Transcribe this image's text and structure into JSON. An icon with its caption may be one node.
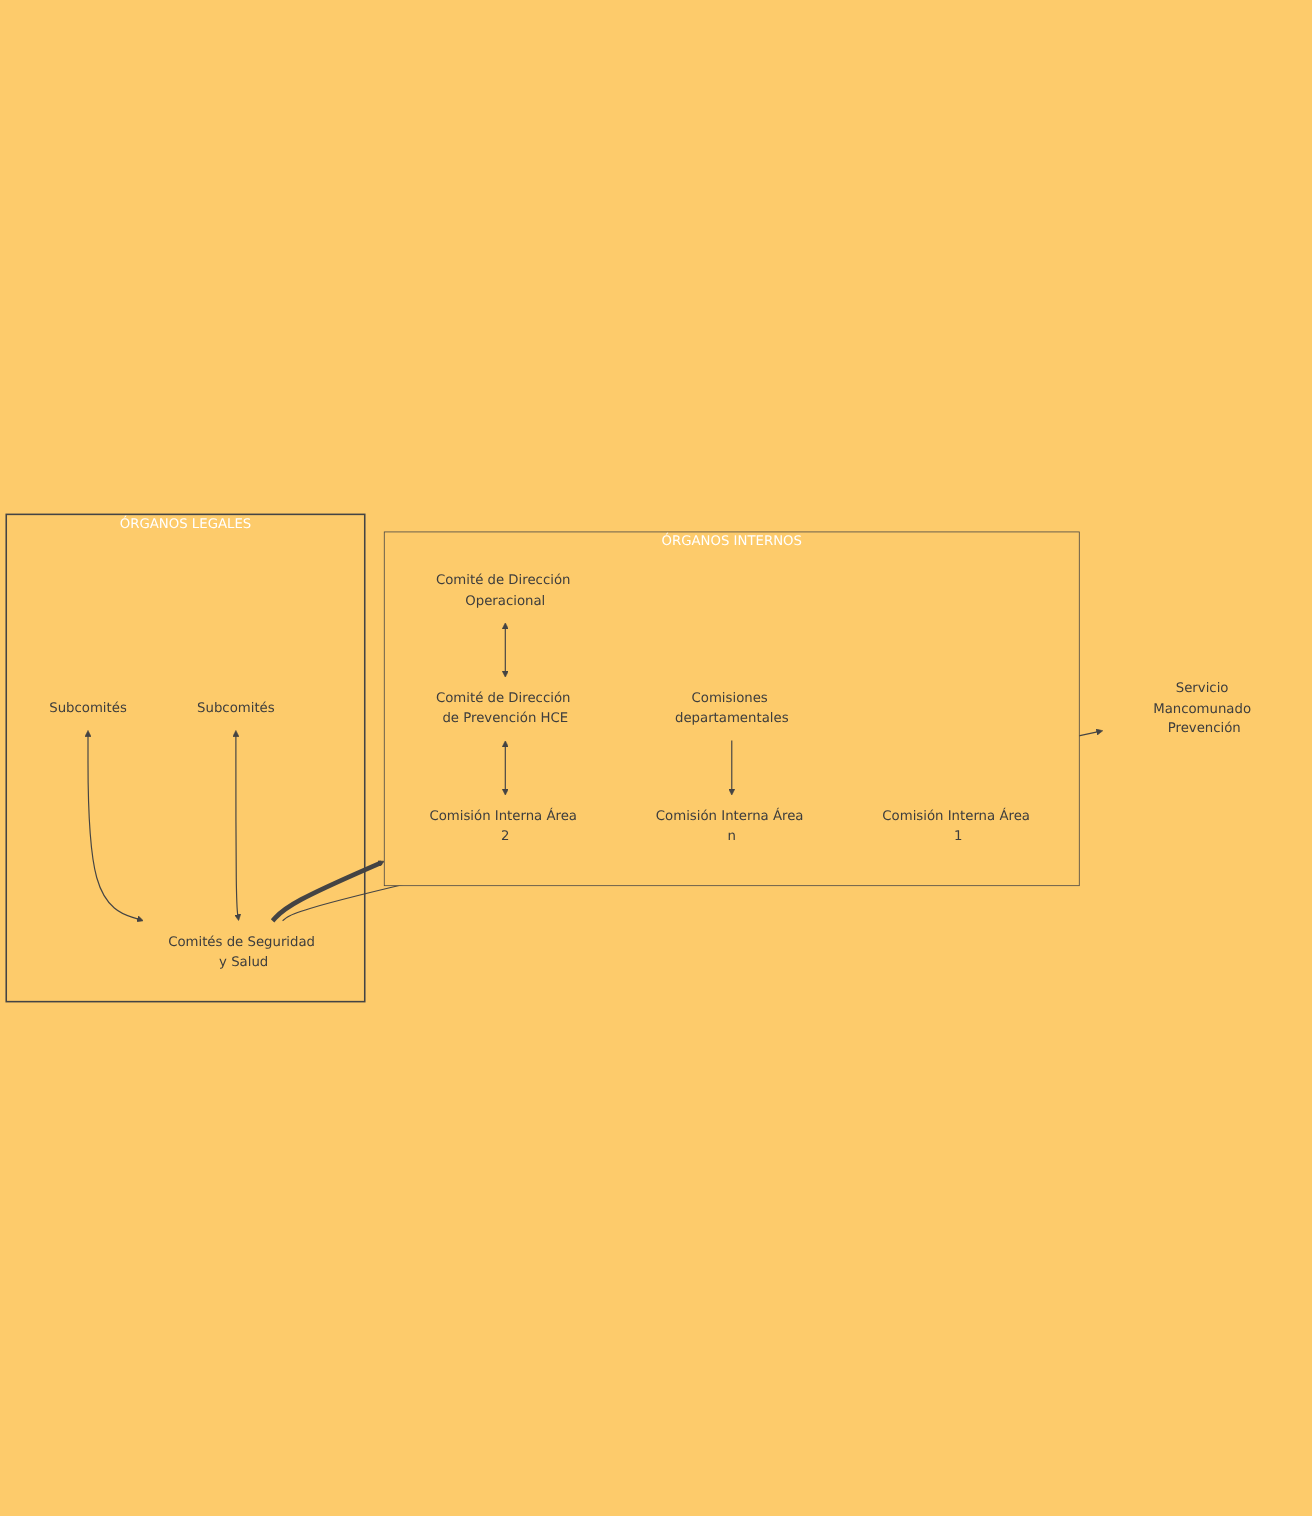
{
  "diagram": {
    "nodes": [
      {
        "text": [
          "ÓRGANOS INTERNOS"
        ]
      },
      {
        "text": [
          "Comité de Dirección Operacional"
        ],
        "in": 0
      },
      {
        "text": [
          "Comité de Dirección de Prevención HCE"
        ],
        "in": 0
      },
      {
        "text": [
          "Comisión Interna Área 1"
        ],
        "in": 0
      },
      {
        "text": [
          "Comisión Interna Área 2"
        ],
        "in": 0
      },
      {
        "text": [
          "Comisión Interna Área n"
        ],
        "in": 0
      },
      {
        "text": [
          "Comisiones departamentales"
        ],
        "in": 0
      },
      {
        "text": [
          "Servicio Mancomunado Prevención"
        ]
      },
      {
        "text": [
          "ÓRGANOS LEGALES"
        ]
      },
      {
        "text": [
          "Comités de Seguridad y Salud"
        ],
        "in": 8
      },
      {
        "text": [
          "Subcomités"
        ],
        "in": 8
      },
      {
        "text": [
          "Subcomités"
        ],
        "in": 8
      }
    ],
    "edges": [
      {
        "from": 1,
        "to": 2,
        "arrow": "both"
      },
      {
        "from": 2,
        "to": 4,
        "arrow": "both"
      },
      {
        "from": 6,
        "to": 5,
        "arrow": "to"
      },
      {
        "from": 9,
        "to": 0,
        "arrow": "to",
        "style": "thick"
      },
      {
        "from": 9,
        "to": 7,
        "arrow": "to"
      },
      {
        "from": 9,
        "to": 10,
        "arrow": "both"
      },
      {
        "from": 9,
        "to": 11,
        "arrow": "both"
      }
    ]
  }
}
